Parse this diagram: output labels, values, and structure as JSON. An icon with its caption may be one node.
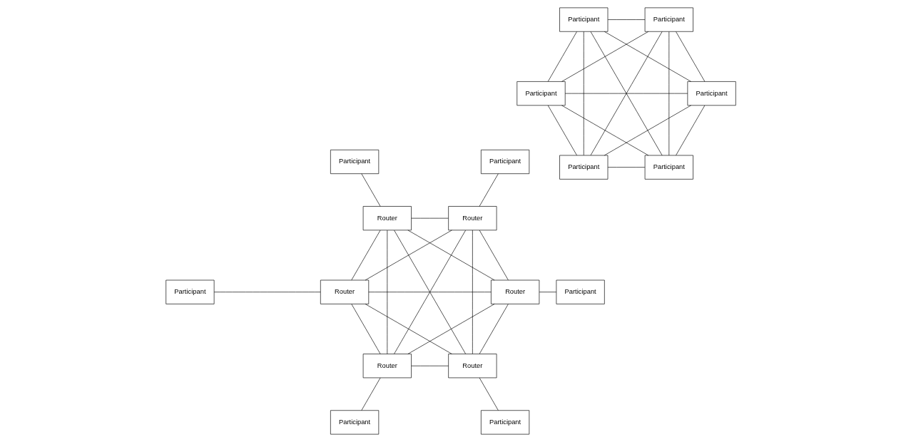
{
  "diagram": {
    "nodes": [
      {
        "text": [
          "Participant"
        ]
      },
      {
        "text": [
          "Participant"
        ]
      },
      {
        "text": [
          "Participant"
        ]
      },
      {
        "text": [
          "Participant"
        ]
      },
      {
        "text": [
          "Participant"
        ]
      },
      {
        "text": [
          "Participant"
        ]
      },
      {
        "text": [
          "Participant"
        ]
      },
      {
        "text": [
          "Router"
        ]
      },
      {
        "text": [
          "Participant"
        ]
      },
      {
        "text": [
          "Router"
        ]
      },
      {
        "text": [
          "Router"
        ]
      },
      {
        "text": [
          "Participant"
        ]
      },
      {
        "text": [
          "Participant"
        ]
      },
      {
        "text": [
          "Router"
        ]
      },
      {
        "text": [
          "Router"
        ]
      },
      {
        "text": [
          "Participant"
        ]
      },
      {
        "text": [
          "Router"
        ]
      },
      {
        "text": [
          "Participant"
        ]
      }
    ],
    "edges": [
      {
        "from": 0,
        "to": 1,
        "arrow": "none"
      },
      {
        "from": 0,
        "to": 2,
        "arrow": "none"
      },
      {
        "from": 0,
        "to": 3,
        "arrow": "none"
      },
      {
        "from": 0,
        "to": 4,
        "arrow": "none"
      },
      {
        "from": 0,
        "to": 5,
        "arrow": "none"
      },
      {
        "from": 1,
        "to": 2,
        "arrow": "none"
      },
      {
        "from": 1,
        "to": 3,
        "arrow": "none"
      },
      {
        "from": 1,
        "to": 4,
        "arrow": "none"
      },
      {
        "from": 1,
        "to": 5,
        "arrow": "none"
      },
      {
        "from": 2,
        "to": 3,
        "arrow": "none"
      },
      {
        "from": 2,
        "to": 4,
        "arrow": "none"
      },
      {
        "from": 2,
        "to": 5,
        "arrow": "none"
      },
      {
        "from": 3,
        "to": 4,
        "arrow": "none"
      },
      {
        "from": 3,
        "to": 5,
        "arrow": "none"
      },
      {
        "from": 4,
        "to": 5,
        "arrow": "none"
      },
      {
        "from": 6,
        "to": 7,
        "arrow": "none"
      },
      {
        "from": 8,
        "to": 9,
        "arrow": "none"
      },
      {
        "from": 10,
        "to": 11,
        "arrow": "none"
      },
      {
        "from": 12,
        "to": 13,
        "arrow": "none"
      },
      {
        "from": 14,
        "to": 15,
        "arrow": "none"
      },
      {
        "from": 16,
        "to": 17,
        "arrow": "none"
      },
      {
        "from": 7,
        "to": 9,
        "arrow": "none"
      },
      {
        "from": 7,
        "to": 10,
        "arrow": "none"
      },
      {
        "from": 7,
        "to": 13,
        "arrow": "none"
      },
      {
        "from": 7,
        "to": 14,
        "arrow": "none"
      },
      {
        "from": 7,
        "to": 16,
        "arrow": "none"
      },
      {
        "from": 9,
        "to": 10,
        "arrow": "none"
      },
      {
        "from": 9,
        "to": 13,
        "arrow": "none"
      },
      {
        "from": 9,
        "to": 14,
        "arrow": "none"
      },
      {
        "from": 9,
        "to": 16,
        "arrow": "none"
      },
      {
        "from": 10,
        "to": 13,
        "arrow": "none"
      },
      {
        "from": 10,
        "to": 14,
        "arrow": "none"
      },
      {
        "from": 10,
        "to": 16,
        "arrow": "none"
      },
      {
        "from": 13,
        "to": 14,
        "arrow": "none"
      },
      {
        "from": 13,
        "to": 16,
        "arrow": "none"
      },
      {
        "from": 14,
        "to": 16,
        "arrow": "none"
      }
    ]
  }
}
